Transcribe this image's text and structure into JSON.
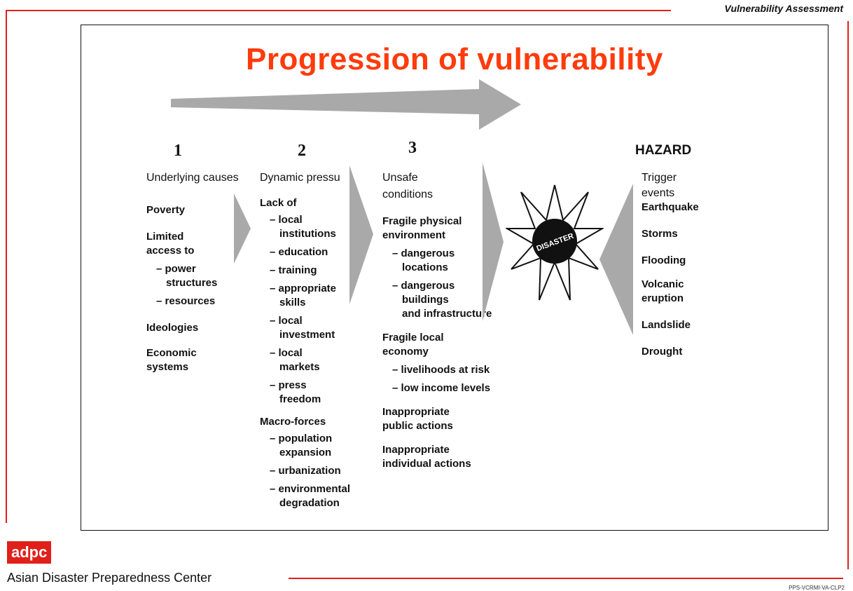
{
  "header": {
    "tag": "Vulnerability Assessment"
  },
  "title": "Progression of vulnerability",
  "columns": {
    "c1": {
      "number": "1",
      "heading": "Underlying causes",
      "items": [
        "Poverty",
        "Limited",
        "access to",
        "– power",
        "structures",
        "– resources",
        "Ideologies",
        "Economic",
        "systems"
      ]
    },
    "c2": {
      "number": "2",
      "heading": "Dynamic pressu",
      "items": [
        "Lack of",
        "– local",
        "institutions",
        "– education",
        "– training",
        "– appropriate",
        "skills",
        "– local",
        "investment",
        "– local",
        "markets",
        "– press",
        "freedom",
        "Macro-forces",
        "– population",
        "expansion",
        "– urbanization",
        "– environmental",
        "degradation"
      ]
    },
    "c3": {
      "number": "3",
      "heading1": "Unsafe",
      "heading2": "conditions",
      "items": [
        "Fragile physical",
        "environment",
        "– dangerous",
        "locations",
        "– dangerous",
        "buildings",
        "and infrastructure",
        "Fragile local",
        "economy",
        "– livelihoods at risk",
        "– low income levels",
        "Inappropriate",
        "public actions",
        "Inappropriate",
        "individual actions"
      ]
    },
    "hazard": {
      "label": "HAZARD",
      "heading1": "Trigger",
      "heading2": "events",
      "items": [
        "Earthquake",
        "Storms",
        "Flooding",
        "Volcanic",
        "eruption",
        "Landslide",
        "Drought"
      ]
    }
  },
  "center": {
    "burst_label": "DISASTER"
  },
  "footer": {
    "logo": "adpc",
    "org": "Asian Disaster Preparedness Center",
    "code": "PPS-VCRMI-VA-CLP2"
  },
  "colors": {
    "accent": "#e0201a",
    "title": "#ff3b0c",
    "arrow": "#a9a9a9"
  }
}
